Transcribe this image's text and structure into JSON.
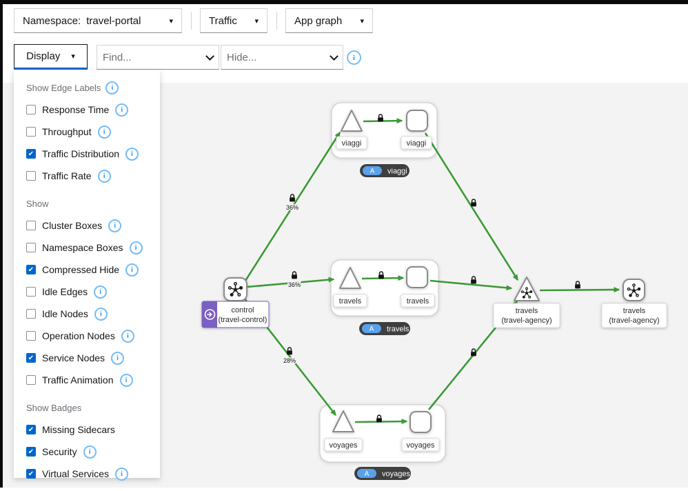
{
  "toolbar": {
    "namespace_label": "Namespace:",
    "namespace_value": "travel-portal",
    "traffic_label": "Traffic",
    "graph_type_label": "App graph",
    "display_label": "Display",
    "find_placeholder": "Find...",
    "hide_placeholder": "Hide...",
    "caret": "▾"
  },
  "display_menu": {
    "edge_labels": {
      "heading": "Show Edge Labels",
      "items": [
        {
          "label": "Response Time",
          "checked": false
        },
        {
          "label": "Throughput",
          "checked": false
        },
        {
          "label": "Traffic Distribution",
          "checked": true
        },
        {
          "label": "Traffic Rate",
          "checked": false
        }
      ]
    },
    "show": {
      "heading": "Show",
      "items": [
        {
          "label": "Cluster Boxes",
          "checked": false
        },
        {
          "label": "Namespace Boxes",
          "checked": false
        },
        {
          "label": "Compressed Hide",
          "checked": true
        },
        {
          "label": "Idle Edges",
          "checked": false
        },
        {
          "label": "Idle Nodes",
          "checked": false
        },
        {
          "label": "Operation Nodes",
          "checked": false
        },
        {
          "label": "Service Nodes",
          "checked": true
        },
        {
          "label": "Traffic Animation",
          "checked": false
        }
      ]
    },
    "badges": {
      "heading": "Show Badges",
      "items": [
        {
          "label": "Missing Sidecars",
          "checked": true
        },
        {
          "label": "Security",
          "checked": true
        },
        {
          "label": "Virtual Services",
          "checked": true
        }
      ]
    }
  },
  "graph": {
    "groups": [
      {
        "service_label": "viaggi",
        "workload_label": "viaggi",
        "badge_letter": "A",
        "badge_label": "viaggi"
      },
      {
        "service_label": "travels",
        "workload_label": "travels",
        "badge_letter": "A",
        "badge_label": "travels"
      },
      {
        "service_label": "voyages",
        "workload_label": "voyages",
        "badge_letter": "A",
        "badge_label": "voyages"
      }
    ],
    "control_node": {
      "line1": "control",
      "line2": "(travel-control)"
    },
    "agency_service": {
      "line1": "travels",
      "line2": "(travel-agency)"
    },
    "agency_workload": {
      "line1": "travels",
      "line2": "(travel-agency)"
    },
    "edge_labels": {
      "to_viaggi": "36%",
      "to_travels": "36%",
      "to_voyages": "28%"
    }
  },
  "colors": {
    "edge_green": "#3a9a35",
    "checkbox_blue": "#0066cc",
    "info_blue": "#2b9af3",
    "virtual_service_purple": "#7b5fc2",
    "app_badge_blue": "#59a1e9",
    "badge_pill_dark": "#3f3f3f",
    "canvas_gray": "#f4f3f3"
  }
}
